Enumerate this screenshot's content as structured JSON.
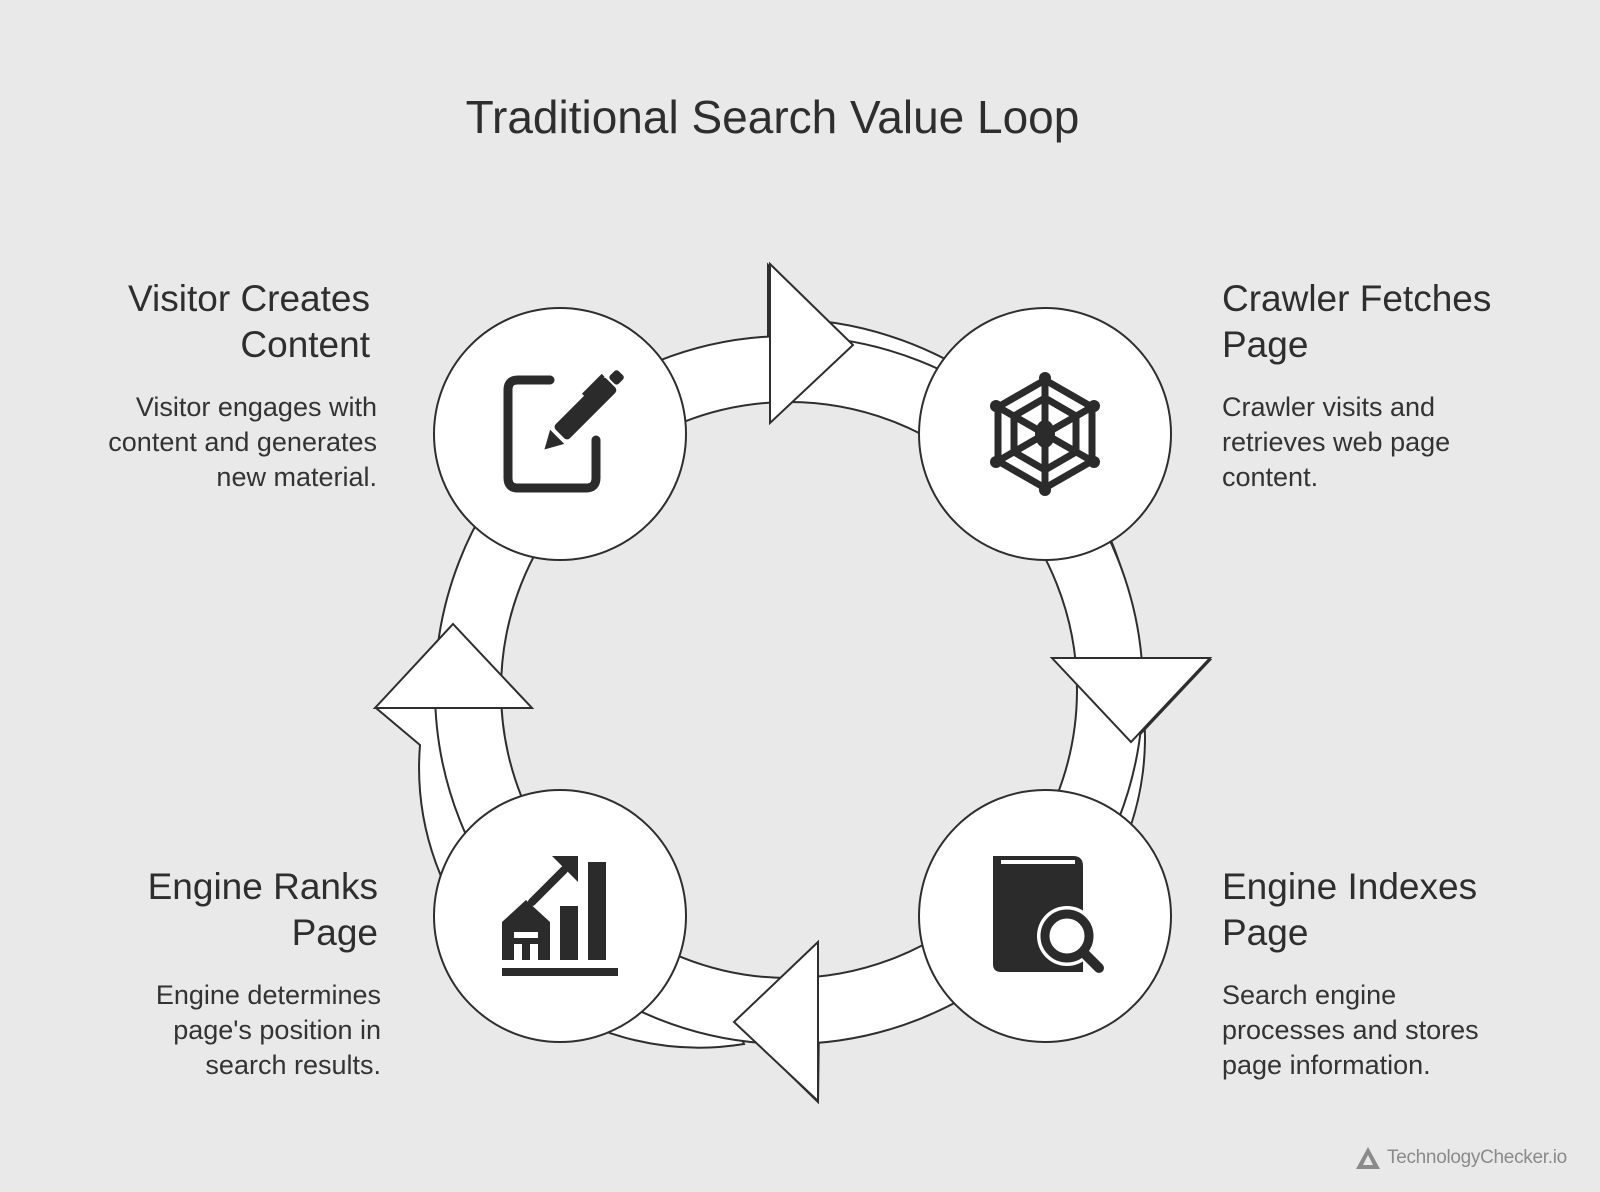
{
  "title": "Traditional Search Value Loop",
  "steps": [
    {
      "heading_line1": "Visitor Creates",
      "heading_line2": "Content",
      "desc_line1": "Visitor engages with",
      "desc_line2": "content and generates",
      "desc_line3": "new material.",
      "icon": "pen-on-paper-icon"
    },
    {
      "heading_line1": "Crawler Fetches",
      "heading_line2": "Page",
      "desc_line1": "Crawler visits and",
      "desc_line2": "retrieves web page",
      "desc_line3": "content.",
      "icon": "spider-web-icon"
    },
    {
      "heading_line1": "Engine Indexes",
      "heading_line2": "Page",
      "desc_line1": "Search engine",
      "desc_line2": "processes and stores",
      "desc_line3": "page information.",
      "icon": "book-search-icon"
    },
    {
      "heading_line1": "Engine Ranks",
      "heading_line2": "Page",
      "desc_line1": "Engine determines",
      "desc_line2": "page's position in",
      "desc_line3": "search results.",
      "icon": "ranking-chart-icon"
    }
  ],
  "brand": {
    "name": "TechnologyChecker.io",
    "icon": "triangle-logo-icon"
  },
  "colors": {
    "background": "#e9e9e9",
    "fill": "#ffffff",
    "stroke": "#2e2e2e",
    "icon": "#2b2b2b"
  }
}
